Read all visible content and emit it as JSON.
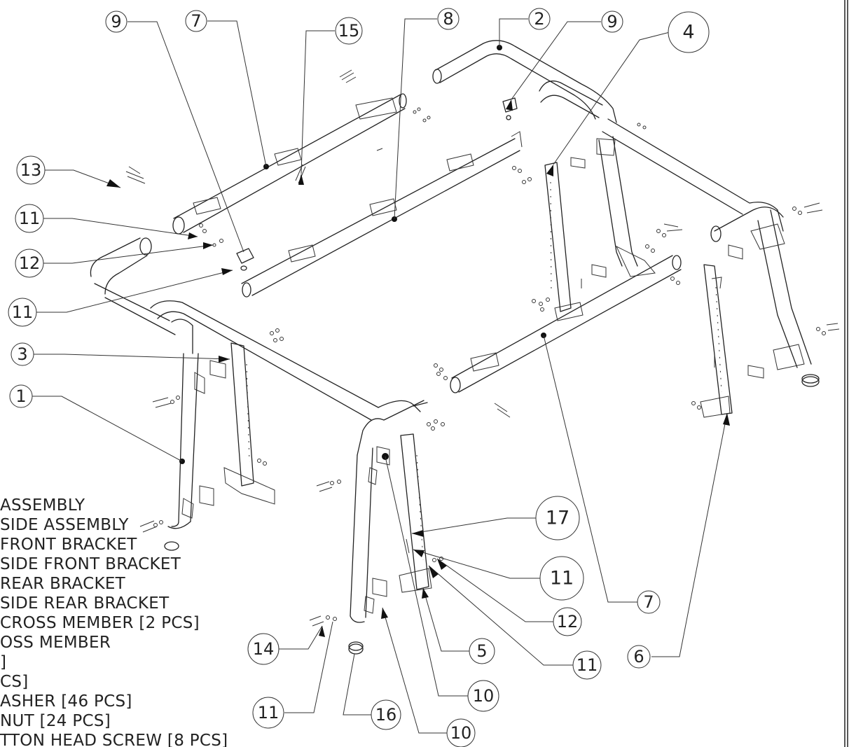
{
  "callouts": [
    {
      "label": "9"
    },
    {
      "label": "7"
    },
    {
      "label": "15"
    },
    {
      "label": "8"
    },
    {
      "label": "2"
    },
    {
      "label": "9"
    },
    {
      "label": "4"
    },
    {
      "label": "13"
    },
    {
      "label": "11"
    },
    {
      "label": "12"
    },
    {
      "label": "11"
    },
    {
      "label": "3"
    },
    {
      "label": "1"
    },
    {
      "label": "17"
    },
    {
      "label": "11"
    },
    {
      "label": "7"
    },
    {
      "label": "12"
    },
    {
      "label": "6"
    },
    {
      "label": "11"
    },
    {
      "label": "5"
    },
    {
      "label": "14"
    },
    {
      "label": "10"
    },
    {
      "label": "11"
    },
    {
      "label": "16"
    },
    {
      "label": "10"
    }
  ],
  "parts_list": [
    "ASSEMBLY",
    "SIDE ASSEMBLY",
    "FRONT BRACKET",
    "SIDE FRONT BRACKET",
    "REAR BRACKET",
    "SIDE REAR BRACKET",
    " CROSS MEMBER [2 PCS]",
    "OSS MEMBER",
    "]",
    "CS]",
    "ASHER [46 PCS]",
    " NUT [24 PCS]",
    "TTON HEAD SCREW [8 PCS]"
  ]
}
